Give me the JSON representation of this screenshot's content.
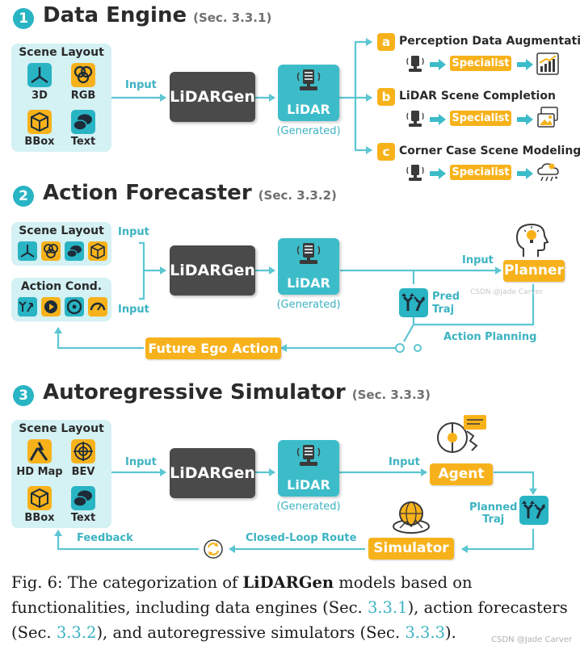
{
  "colors": {
    "accent": "#3cb3c2",
    "lidar_box": "#3cbcc9",
    "generator_box": "#4a4a4a",
    "orange": "#f7b21b",
    "panel": "#d4f1f4",
    "heading": "#2b2b2b"
  },
  "common": {
    "generator": "LiDARGen",
    "lidar": "LiDAR",
    "generated": "(Generated)",
    "input": "Input",
    "specialist": "Specialist"
  },
  "section1": {
    "number": "1",
    "title": "Data Engine",
    "sec": "(Sec. 3.3.1)",
    "panel_title": "Scene Layout",
    "layout_items": [
      {
        "label": "3D",
        "icon": "axes-3d-icon"
      },
      {
        "label": "RGB",
        "icon": "rgb-circles-icon"
      },
      {
        "label": "BBox",
        "icon": "bbox-cube-icon"
      },
      {
        "label": "Text",
        "icon": "speech-bubble-icon"
      }
    ],
    "outputs": [
      {
        "badge": "a",
        "title": "Perception Data Augmentation",
        "icon": "growth-chart-icon"
      },
      {
        "badge": "b",
        "title": "LiDAR Scene Completion",
        "icon": "image-stack-icon"
      },
      {
        "badge": "c",
        "title": "Corner Case Scene Modeling",
        "icon": "weather-cloud-icon"
      }
    ]
  },
  "section2": {
    "number": "2",
    "title": "Action Forecaster",
    "sec": "(Sec. 3.3.2)",
    "panel1_title": "Scene Layout",
    "panel2_title": "Action Cond.",
    "input1": "Input",
    "input2": "Input",
    "input3": "Input",
    "planner": "Planner",
    "pred_traj": "Pred\nTraj",
    "action_planning": "Action Planning",
    "future_ego_action": "Future Ego Action"
  },
  "section3": {
    "number": "3",
    "title": "Autoregressive Simulator",
    "sec": "(Sec. 3.3.3)",
    "panel_title": "Scene Layout",
    "layout_items": [
      {
        "label": "HD Map",
        "icon": "hd-map-road-icon"
      },
      {
        "label": "BEV",
        "icon": "bev-radar-icon"
      },
      {
        "label": "BBox",
        "icon": "bbox-cube-icon"
      },
      {
        "label": "Text",
        "icon": "speech-bubble-icon"
      }
    ],
    "agent": "Agent",
    "planned_traj": "Planned\nTraj",
    "simulator": "Simulator",
    "closed_loop": "Closed-Loop Route",
    "feedback": "Feedback"
  },
  "caption": {
    "prefix": "Fig. 6: The categorization of ",
    "bold": "LiDARGen",
    "mid1": " models based on functionalities, including data engines (Sec. ",
    "ref1": "3.3.1",
    "mid2": "), action forecasters (Sec. ",
    "ref2": "3.3.2",
    "mid3": "), and autoregressive simulators (Sec. ",
    "ref3": "3.3.3",
    "end": ")."
  },
  "watermarks": {
    "bottom": "CSDN @Jade Carver",
    "middle": "CSDN @Jade Carver"
  }
}
